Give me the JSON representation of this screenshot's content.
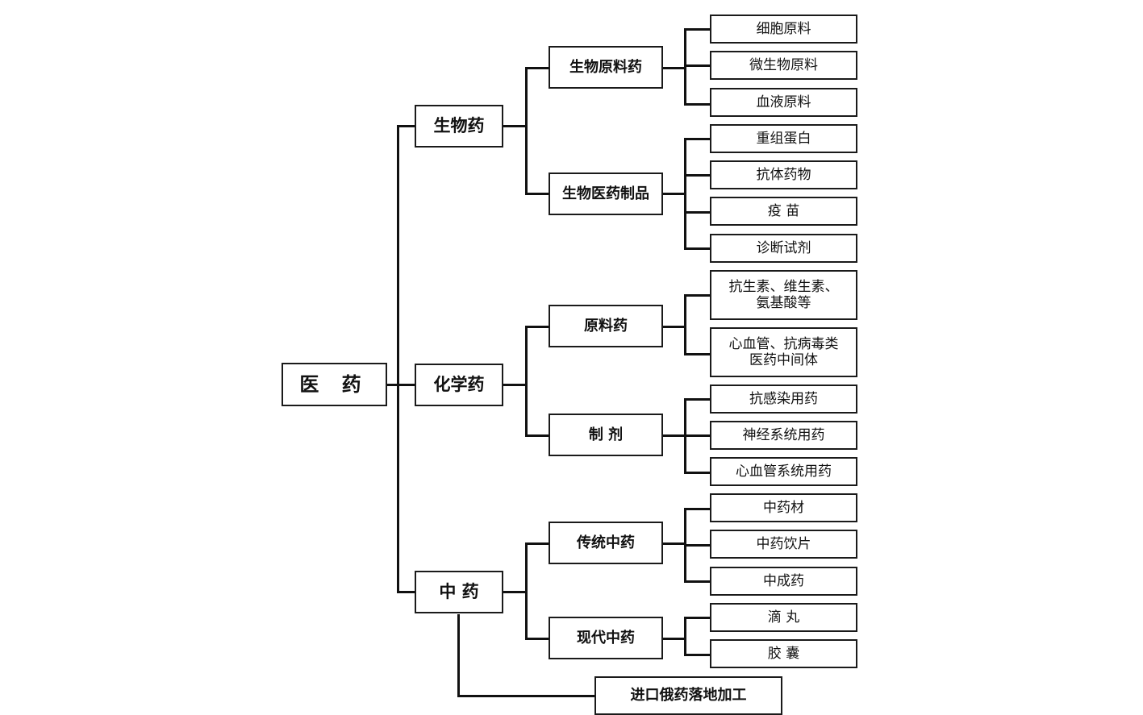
{
  "root": {
    "label": "医 药"
  },
  "categories": [
    {
      "label": "生物药",
      "subs": [
        {
          "label": "生物原料药",
          "leaves": [
            "细胞原料",
            "微生物原料",
            "血液原料"
          ]
        },
        {
          "label": "生物医药制品",
          "leaves": [
            "重组蛋白",
            "抗体药物",
            "疫 苗",
            "诊断试剂"
          ]
        }
      ]
    },
    {
      "label": "化学药",
      "subs": [
        {
          "label": "原料药",
          "leaves": [
            "抗生素、维生素、氨基酸等",
            "心血管、抗病毒类医药中间体"
          ]
        },
        {
          "label": "制 剂",
          "leaves": [
            "抗感染用药",
            "神经系统用药",
            "心血管系统用药"
          ]
        }
      ]
    },
    {
      "label": "中 药",
      "subs": [
        {
          "label": "传统中药",
          "leaves": [
            "中药材",
            "中药饮片",
            "中成药"
          ]
        },
        {
          "label": "现代中药",
          "leaves": [
            "滴 丸",
            "胶 囊"
          ]
        }
      ]
    }
  ],
  "extra": {
    "label": "进口俄药落地加工"
  }
}
